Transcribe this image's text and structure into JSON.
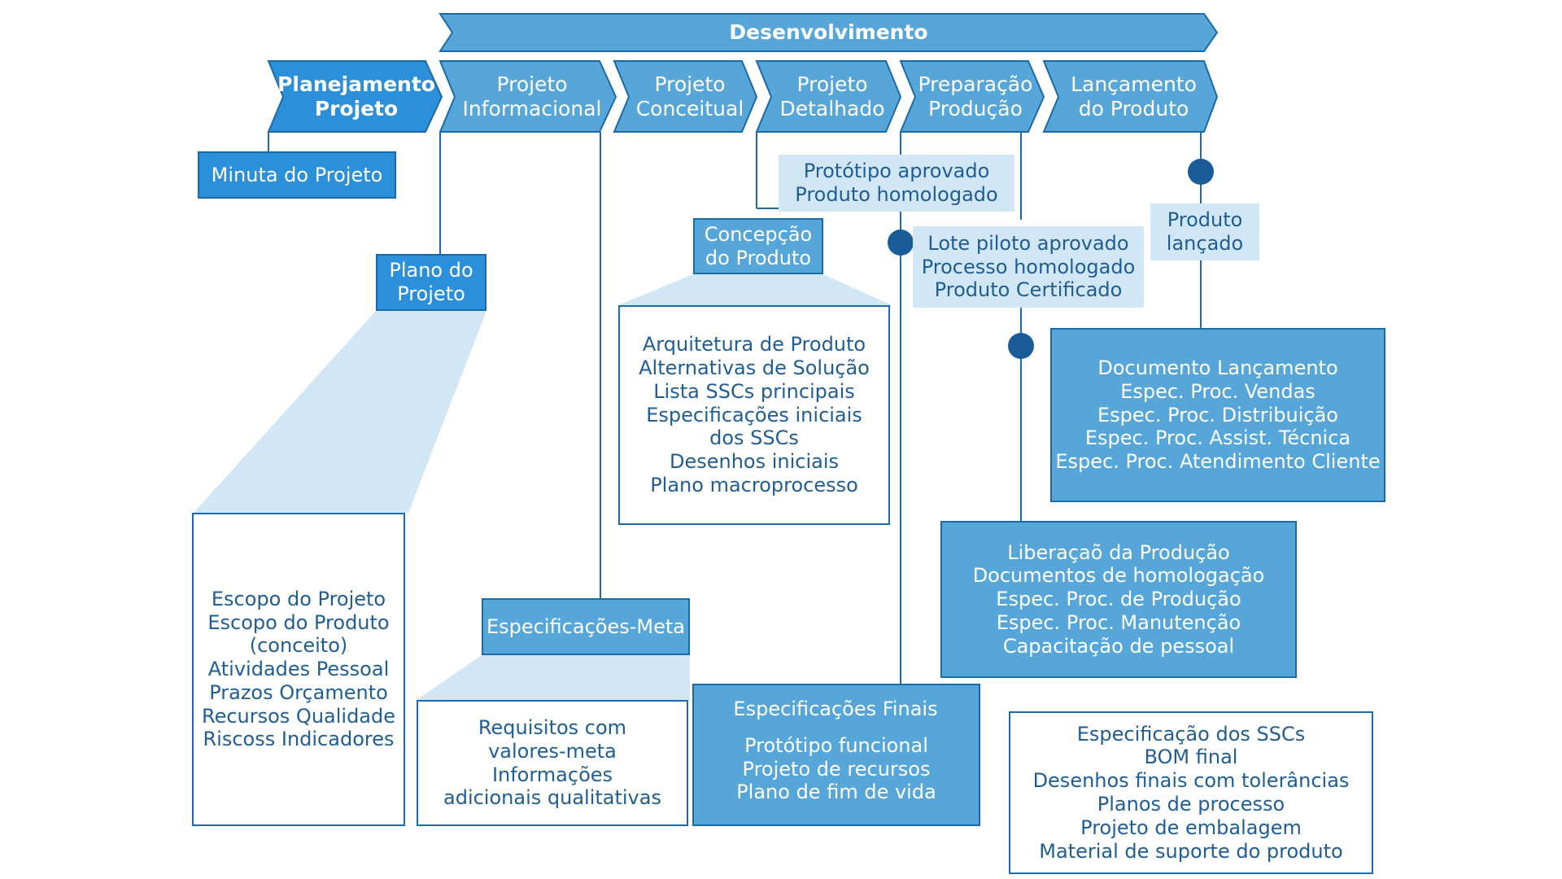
{
  "development_banner": "Desenvolvimento",
  "phases": [
    {
      "lines": [
        "Planejamento",
        "Projeto"
      ]
    },
    {
      "lines": [
        "Projeto",
        "Informacional"
      ]
    },
    {
      "lines": [
        "Projeto",
        "Conceitual"
      ]
    },
    {
      "lines": [
        "Projeto",
        "Detalhado"
      ]
    },
    {
      "lines": [
        "Preparação",
        "Produção"
      ]
    },
    {
      "lines": [
        "Lançamento",
        "do Produto"
      ]
    }
  ],
  "deliverables": {
    "minuta": [
      "Minuta do Projeto"
    ],
    "plano": [
      "Plano do",
      "Projeto"
    ],
    "plano_details": [
      "Escopo do Projeto",
      "Escopo do Produto",
      "(conceito)",
      "Atividades Pessoal",
      "Prazos Orçamento",
      "Recursos Qualidade",
      "Riscoss Indicadores"
    ],
    "especificacoes_meta": [
      "Especificações-Meta"
    ],
    "especificacoes_meta_details": [
      "Requisitos com",
      "valores-meta",
      "Informações",
      "adicionais qualitativas"
    ],
    "concepcao": [
      "Concepção",
      "do Produto"
    ],
    "concepcao_details": [
      "Arquitetura de Produto",
      "Alternativas de Solução",
      "Lista SSCs principais",
      "Especificações iniciais",
      "dos SSCs",
      "Desenhos iniciais",
      "Plano macroprocesso"
    ],
    "especificacoes_finais_title": [
      "Especificações Finais"
    ],
    "especificacoes_finais_details": [
      "Protótipo funcional",
      "Projeto de recursos",
      "Plano de fim de vida"
    ],
    "especificacoes_finais_extra": [
      "Especificação dos SSCs",
      "BOM final",
      "Desenhos finais com tolerâncias",
      "Planos de processo",
      "Projeto de embalagem",
      "Material de suporte do produto"
    ],
    "liberacao": [
      "Liberaçaõ da Produção",
      "Documentos de homologação",
      "Espec. Proc. de Produção",
      "Espec. Proc. Manutenção",
      "Capacitação de pessoal"
    ],
    "lancamento_doc": [
      "Documento Lançamento",
      "Espec. Proc. Vendas",
      "Espec. Proc. Distribuição",
      "Espec. Proc. Assist. Técnica",
      "Espec. Proc. Atendimento Cliente"
    ]
  },
  "milestones": {
    "prototipo": [
      "Protótipo aprovado",
      "Produto homologado"
    ],
    "lote": [
      "Lote piloto aprovado",
      "Processo homologado",
      "Produto Certificado"
    ],
    "produto_lancado": [
      "Produto",
      "lançado"
    ]
  },
  "colors": {
    "chevron_dark": "#2b90d9",
    "chevron_light": "#57a6da",
    "box_light": "#d2e7f5",
    "text_blue": "#1f5d94",
    "milestone_dot": "#1a5c9a",
    "border": "#1f6aa8"
  }
}
